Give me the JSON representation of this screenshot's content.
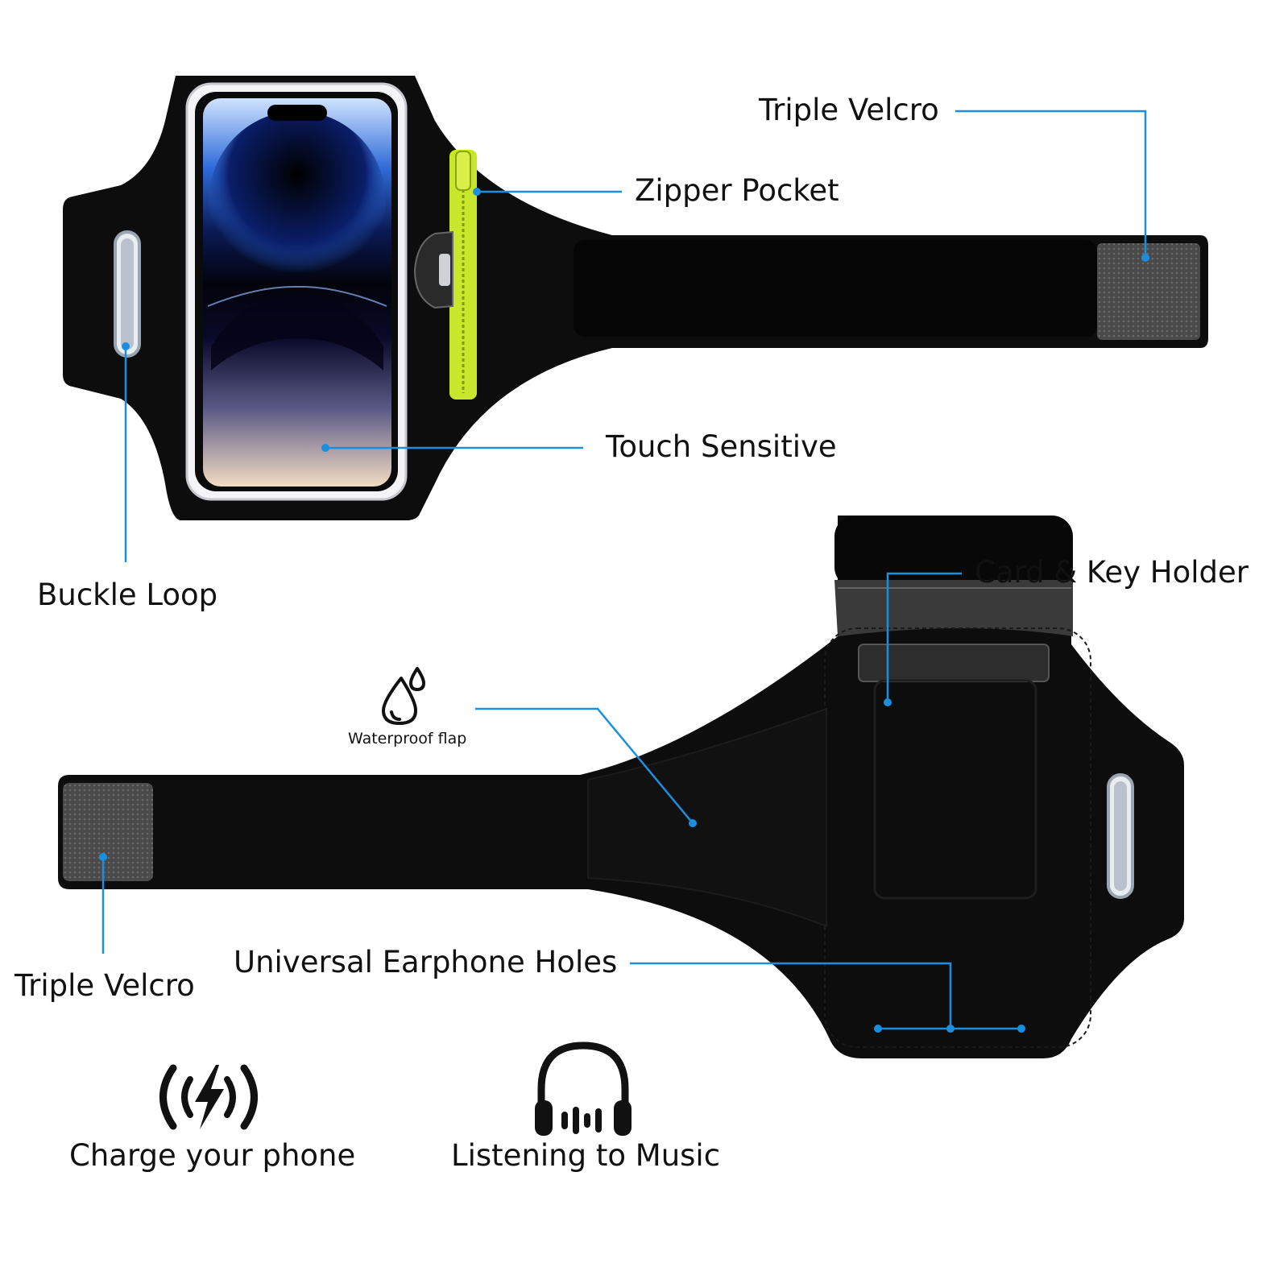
{
  "labels": {
    "triple_velcro_top": "Triple Velcro",
    "zipper_pocket": "Zipper Pocket",
    "touch_sensitive": "Touch Sensitive",
    "buckle_loop": "Buckle Loop",
    "card_key_holder": "Card & Key Holder",
    "waterproof_flap": "Waterproof flap",
    "triple_velcro_bottom": "Triple Velcro",
    "universal_earphone_holes": "Universal Earphone Holes",
    "charge_your_phone": "Charge your phone",
    "listening_to_music": "Listening to Music"
  },
  "icons": {
    "water_drop": "water-drop-icon",
    "charging": "wireless-charge-icon",
    "headphones": "headphones-icon"
  },
  "colors": {
    "callout_line": "#1a8fe0",
    "armband": "#0d0d0d",
    "zipper": "#c8e62c",
    "reflective_strip": "#b9c2cc",
    "velcro_patch": "#5a5a5a",
    "label_text": "#111111"
  }
}
